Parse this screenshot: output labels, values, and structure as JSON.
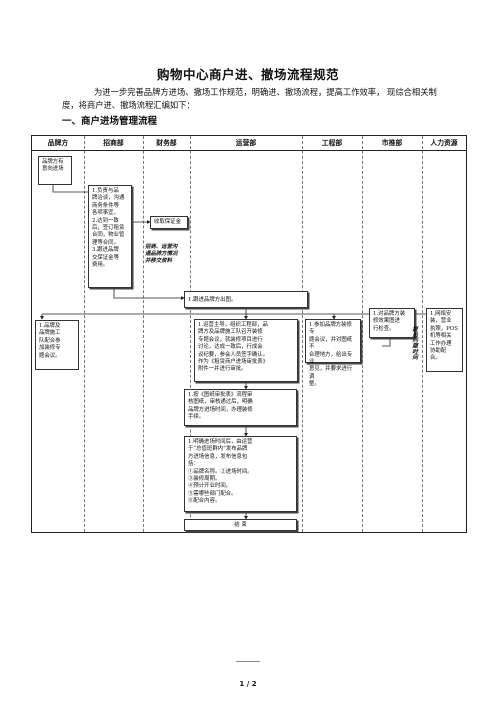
{
  "doc": {
    "title": "购物中心商户进、撤场流程规范",
    "intro": "为进一步完善品牌方进场、撤场工作规范，明确进、撤场流程，提高工作效率，   现综合相关制度，将商户进、撤场流程汇编如下：",
    "section_heading": "一、商户进场管理流程"
  },
  "chart": {
    "lanes": [
      "品牌方",
      "招商部",
      "财务部",
      "运营部",
      "工程部",
      "市推部",
      "人力资源"
    ],
    "boxes": {
      "brand_intent": [
        "品牌方有",
        "意向进场"
      ],
      "zhaoshang_tasks": [
        "1.负责与品",
        "牌洽谈，沟通",
        "商务条件等",
        "各项事宜。",
        "2.达到一致",
        "后，签订租赁",
        "合同，物业管",
        "理等合同。",
        "3.跟进品牌",
        "交保证金等",
        "费用。"
      ],
      "finance_deposit": [
        "收取保证金"
      ],
      "brand_follow": [
        "1.跟进品牌方出图。"
      ],
      "brand_cooperate": [
        "1.品牌及",
        "品牌施工",
        "队配合参",
        "加装修专",
        "题会议。"
      ],
      "ops_meeting": [
        "1.运营主导，组织工程部，品",
        "牌方及品牌施工队召开装修",
        "专题会议，就装修项目进行",
        "讨论，达成一致后，行成会",
        "议纪要，参会人员签字确认。",
        "作为《租赁商户进场审批表》",
        "附件一并进行审批。"
      ],
      "eng_meeting": [
        "1.参加品牌方装修专",
        "题会议，并对图纸不",
        "合理地方，给出专业",
        "意见，并要求进行调",
        "整。"
      ],
      "market_check": [
        "1.对品牌方装",
        "修效果图进",
        "行检查。"
      ],
      "hr_tasks": [
        "1.网络安",
        "装，营业",
        "执照，POS",
        "机等相关",
        "工作办理",
        "协助配",
        "合。"
      ],
      "ops_approve": [
        "1.按《图纸审批表》流程审",
        "核图纸，审核通过后，明确",
        "品牌方进场时间，办理装修",
        "手续。"
      ],
      "ops_publish": [
        "1.明确进场时间后，由运营",
        "于“总值班群内”发布品牌",
        "方进场信息，发布信息包",
        "括：",
        "①品牌名称。②进场时间。",
        "③装修周期。",
        "④预计开业时间。",
        "⑤需哪些部门配合。",
        "⑥配合内容。"
      ],
      "end": [
        "结  束"
      ]
    },
    "note": [
      "招商、运营沟",
      "通品牌方情况",
      "并移交资料"
    ],
    "vertical_note": "提出问题时间"
  },
  "footer": {
    "page": "1 / 2"
  }
}
